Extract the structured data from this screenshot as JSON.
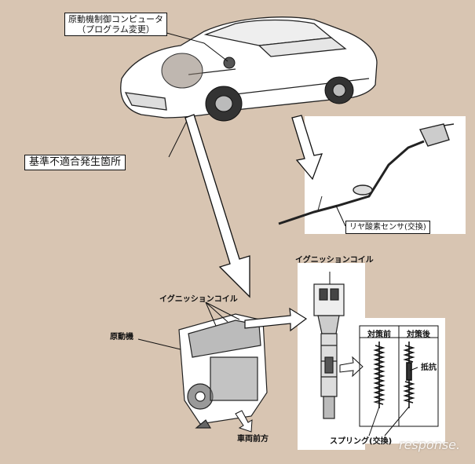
{
  "labels": {
    "ecu_line1": "原動機制御コンピュータ",
    "ecu_line2": "（プログラム変更）",
    "defect_location": "基準不適合発生箇所",
    "rear_o2_sensor": "リヤ酸素センサ(交換)",
    "ignition_coil_top": "イグニッションコイル",
    "ignition_coil_engine": "イグニッションコイル",
    "engine": "原動機",
    "vehicle_front": "車両前方",
    "before": "対策前",
    "after": "対策後",
    "resistor": "抵抗",
    "spring": "スプリング(交換)"
  },
  "watermark": "response.",
  "colors": {
    "background": "#d8c5b2",
    "panel": "#ffffff",
    "line": "#111111"
  }
}
